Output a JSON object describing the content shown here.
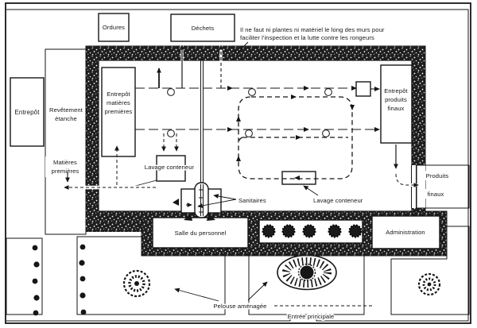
{
  "colors": {
    "ink": "#161616",
    "paper": "#ffffff"
  },
  "outside": {
    "ordures": "Ordures",
    "dechets": "Déchets"
  },
  "note": {
    "line1": "Il ne faut ni plantes ni matériel le long des murs pour",
    "line2": "faciliter l'inspection et la lutte contre les rongeurs"
  },
  "left_zone": {
    "entrepot": "Entrepôt",
    "revetement1": "Revêtement",
    "revetement2": "étanche",
    "matieres1": "Matières",
    "matieres2": "premières"
  },
  "hall": {
    "emp1": "Entrepôt",
    "emp2": "matières",
    "emp3": "premières",
    "epf1": "Entrepôt",
    "epf2": "produits",
    "epf3": "finaux",
    "lavage1": "Lavage conteneur",
    "lavage2": "Lavage conteneur",
    "sanitaires": "Sanitaires"
  },
  "wing": {
    "salle": "Salle du personnel",
    "administration": "Administration"
  },
  "right_zone": {
    "produits": "Produits",
    "finaux": "finaux"
  },
  "grounds": {
    "pelouse": "Pelouse aménagée",
    "entree": "Entrée principale"
  }
}
